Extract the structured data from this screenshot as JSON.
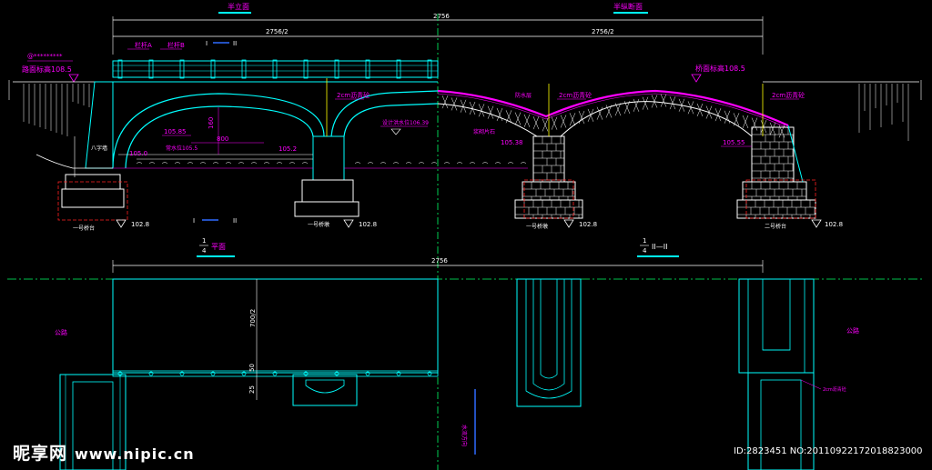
{
  "colors": {
    "cyan": "#00ffff",
    "magenta": "#ff00ff",
    "white": "#ffffff",
    "green": "#00ff66",
    "yellow": "#ffff00",
    "red": "#ff2020",
    "blue": "#2f6bff"
  },
  "top": {
    "title_left": "半立面",
    "title_right": "半纵断面",
    "dim_total": "2756",
    "dim_half_left": "2756/2",
    "dim_half_right": "2756/2",
    "label_a": "栏杆A",
    "label_b": "栏杆B",
    "section_left_mark": "I",
    "section_right_mark": "II",
    "road_left": "路面标高108.5",
    "road_right": "桥面标高108.5",
    "at_mark": "@*********",
    "elev_105_85": "105.85",
    "elev_105_5": "常水位105.5",
    "elev_105_0": "105.0",
    "elev_105_2": "105.2",
    "elev_105_38": "105.38",
    "elev_105_55": "105.55",
    "elev_106_39": "设计洪水位106.39",
    "dim_160": "160",
    "dim_800": "800",
    "surface_a": "2cm沥青砼",
    "surface_b": "2cm沥青砼",
    "surface_c": "2cm沥青砼",
    "surface_d": "2cm沥青砼",
    "fill": "防水层",
    "wall": "八字墙",
    "stone": "浆砌片石",
    "found_left": "102.8",
    "found_mid": "102.8",
    "found_right1": "102.8",
    "found_right2": "102.8",
    "abut_left": "一号桥台",
    "pier_mid": "一号桥墩",
    "pier_right1": "一号桥墩",
    "abut_right": "二号桥台"
  },
  "bottom": {
    "title_left_frac_num": "1",
    "title_left_frac_den": "4",
    "title_left": "平面",
    "title_right_frac_num": "1",
    "title_right_frac_den": "4",
    "title_right": "II—II",
    "dim_total": "2756",
    "dim_700": "700/2",
    "dim_50": "50",
    "dim_25": "25",
    "road_left": "公路",
    "road_right": "公路",
    "centerline": "水流方向",
    "note_right": "2cm沥青砼"
  },
  "watermark": {
    "brand": "昵享网",
    "url": "www.nipic.cn",
    "id_line": "ID:2823451 NO:20110922172018823000"
  }
}
